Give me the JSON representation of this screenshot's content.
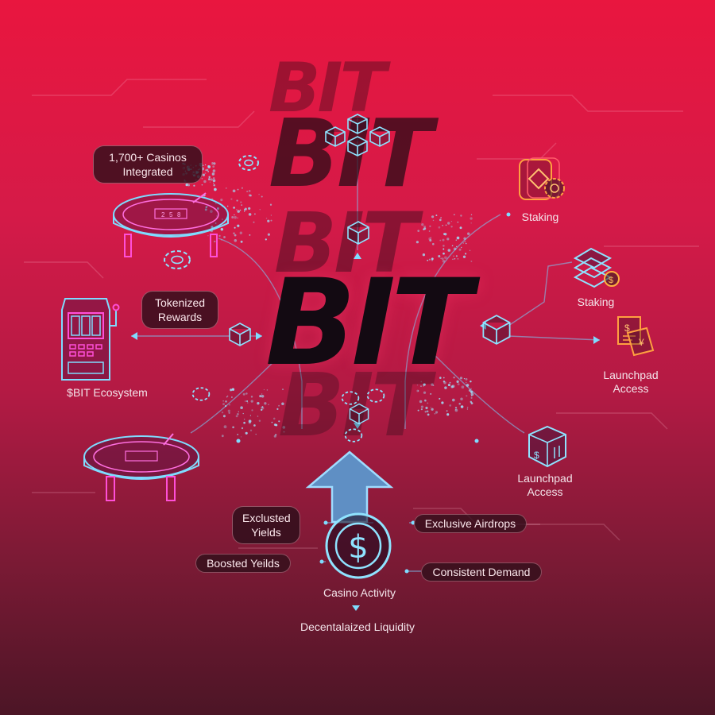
{
  "title": {
    "ghost_text": "BIT",
    "main_text": "BIT"
  },
  "callouts": {
    "casinos_integrated": [
      "1,700+ Casinos",
      "Integrated"
    ],
    "tokenized_rewards": [
      "Tokenized",
      "Rewards"
    ],
    "exclusted_yields": [
      "Exclusted",
      "Yields"
    ],
    "boosted_yields": "Boosted Yeilds",
    "exclusive_airdrops": "Exclusive Airdrops",
    "consistent_demand": "Consistent Demand"
  },
  "labels": {
    "bit_ecosystem": "$BIT Ecosystem",
    "staking_1": "Staking",
    "staking_2": "Staking",
    "launchpad_1": [
      "Launchpad",
      "Access"
    ],
    "launchpad_2": [
      "Launchpad",
      "Access"
    ],
    "casino_activity": "Casino Activity",
    "decentralized_liquidity": "Decentalaized Liquidity"
  },
  "icons": {
    "dollar_glyph": "$",
    "yen_glyph": "¥",
    "table_slots": [
      "2",
      "5",
      "8"
    ]
  },
  "colors": {
    "background_top": "#e9163f",
    "background_bottom": "#4c1526",
    "neon_cyan": "#7fdcff",
    "neon_pink": "#ff4fd8",
    "neon_orange": "#ffa040",
    "title_dark": "#130a12"
  }
}
